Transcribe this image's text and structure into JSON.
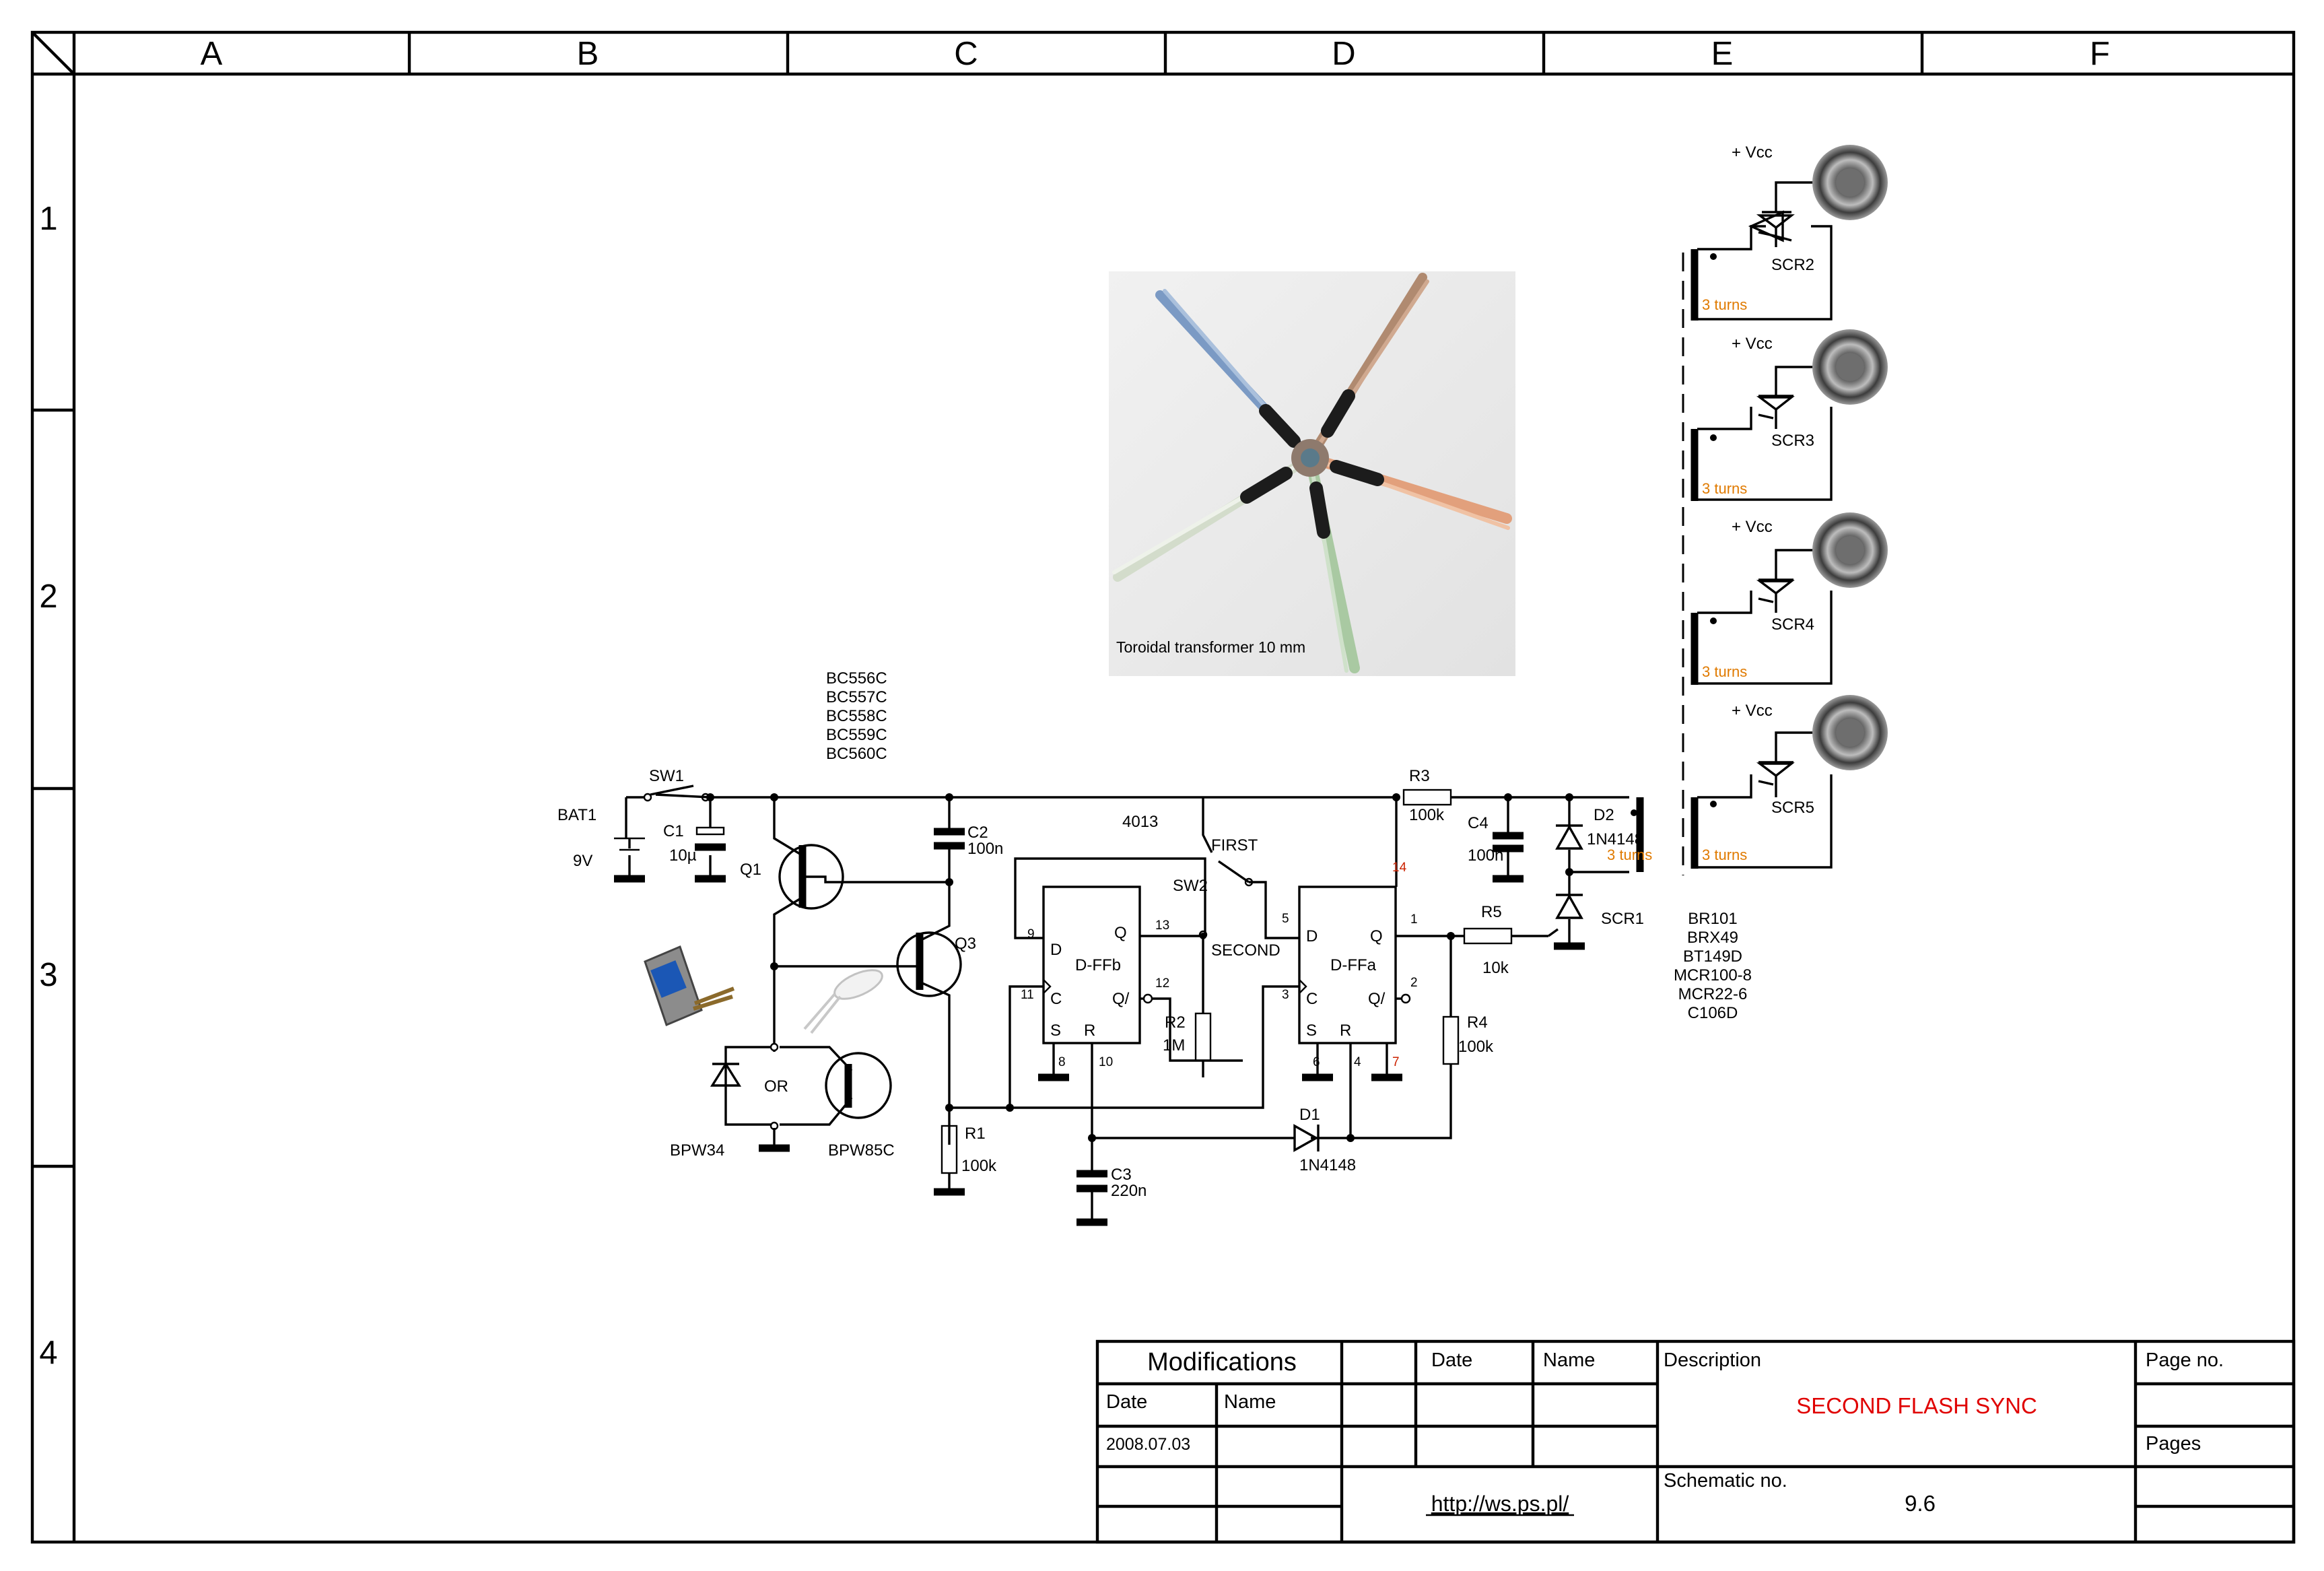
{
  "frame": {
    "columns": [
      "A",
      "B",
      "C",
      "D",
      "E",
      "F"
    ],
    "rows": [
      "1",
      "2",
      "3",
      "4"
    ]
  },
  "photo": {
    "caption": "Toroidal transformer 10 mm"
  },
  "title_block": {
    "modifications": "Modifications",
    "date_label": "Date",
    "name_label": "Name",
    "mod_date_1": "2008.07.03",
    "description_label": "Description",
    "description": "SECOND FLASH SYNC",
    "page_no_label": "Page no.",
    "pages_label": "Pages",
    "schematic_no_label": "Schematic no.",
    "schematic_no": "9.6",
    "url": "http://ws.ps.pl/"
  },
  "colors": {
    "description": "#e00000",
    "turns": "#e07a00",
    "pin": "#cc2200"
  },
  "components": {
    "transistor_types": [
      "BC556C",
      "BC557C",
      "BC558C",
      "BC559C",
      "BC560C"
    ],
    "scr_types": [
      "BR101",
      "BRX49",
      "BT149D",
      "MCR100-8",
      "MCR22-6",
      "C106D"
    ],
    "bat1": "BAT1",
    "bat1_v": "9V",
    "sw1": "SW1",
    "c1": "C1",
    "c1_v": "10µ",
    "q1": "Q1",
    "q3": "Q3",
    "c2": "C2",
    "c2_v": "100n",
    "ic": "4013",
    "first": "FIRST",
    "sw2": "SW2",
    "second": "SECOND",
    "dffb": "D-FFb",
    "dffa": "D-FFa",
    "r1": "R1",
    "r1_v": "100k",
    "r2": "R2",
    "r2_v": "1M",
    "r3": "R3",
    "r3_v": "100k",
    "r4": "R4",
    "r4_v": "100k",
    "r5": "R5",
    "r5_v": "10k",
    "c3": "C3",
    "c3_v": "220n",
    "c4": "C4",
    "c4_v": "100n",
    "d1": "D1",
    "d1_v": "1N4148",
    "d2": "D2",
    "d2_v": "1N4148",
    "scr1": "SCR1",
    "bpw34": "BPW34",
    "bpw85c": "BPW85C",
    "or": "OR",
    "turns": "3 turns",
    "vcc": "+ Vcc",
    "scr2": "SCR2",
    "scr3": "SCR3",
    "scr4": "SCR4",
    "scr5": "SCR5",
    "pin_d": "D",
    "pin_q": "Q",
    "pin_c": "C",
    "pin_qn": "Q/",
    "pin_s": "S",
    "pin_r": "R",
    "pins_b": {
      "p9": "9",
      "p11": "11",
      "p13": "13",
      "p12": "12",
      "p8": "8",
      "p10": "10"
    },
    "pins_a": {
      "p5": "5",
      "p3": "3",
      "p1": "1",
      "p2": "2",
      "p6": "6",
      "p4": "4",
      "p14": "14",
      "p7": "7"
    }
  }
}
